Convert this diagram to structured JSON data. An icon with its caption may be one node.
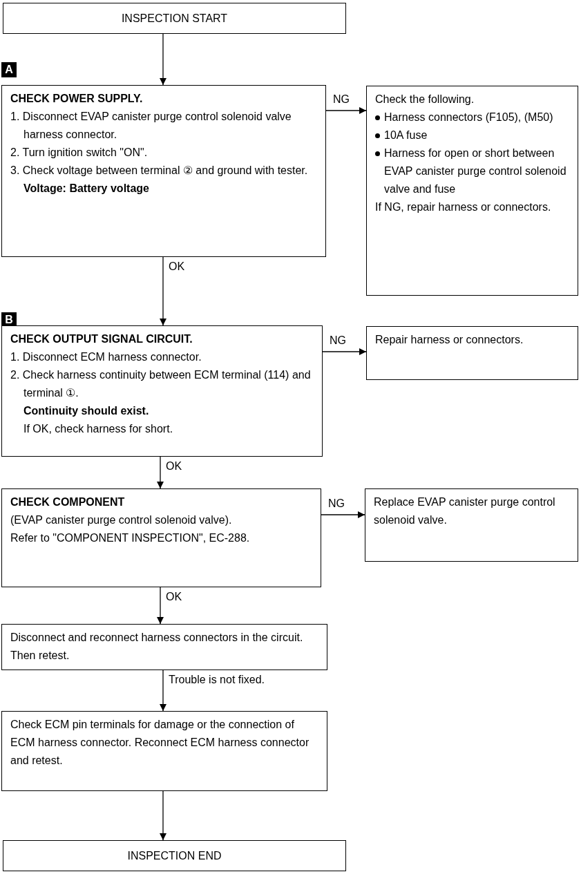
{
  "diagram": {
    "nodes": [
      {
        "text": [
          "INSPECTION START"
        ]
      },
      {
        "text": [
          "CHECK POWER SUPPLY.",
          "1. Disconnect EVAP canister purge control solenoid valve harness connector.",
          "2. Turn ignition switch \"ON\".",
          "3. Check voltage between terminal ② and ground with tester.",
          "Voltage: Battery voltage"
        ]
      },
      {
        "text": [
          "Check the following.",
          "Harness connectors (F105), (M50)",
          "10A fuse",
          "Harness for open or short between EVAP canister purge control solenoid valve and fuse",
          "If NG, repair harness or connectors."
        ]
      },
      {
        "text": [
          "CHECK OUTPUT SIGNAL CIRCUIT.",
          "1. Disconnect ECM harness connector.",
          "2. Check harness continuity between ECM terminal (114) and terminal ①.",
          "Continuity should exist.",
          "If OK, check harness for short."
        ]
      },
      {
        "text": [
          "Repair harness or connectors."
        ]
      },
      {
        "text": [
          "CHECK COMPONENT",
          "(EVAP canister purge control solenoid valve).",
          "Refer to \"COMPONENT INSPECTION\", EC-288."
        ]
      },
      {
        "text": [
          "Replace EVAP canister purge control solenoid valve."
        ]
      },
      {
        "text": [
          "Disconnect and reconnect harness connectors in the circuit. Then retest."
        ]
      },
      {
        "text": [
          "Check ECM pin terminals for damage or the connection of ECM harness connector. Reconnect ECM harness connector and retest."
        ]
      },
      {
        "text": [
          "INSPECTION END"
        ]
      }
    ],
    "edges": [
      {
        "from": 0,
        "to": 1,
        "arrow": "to"
      },
      {
        "from": 1,
        "to": 2,
        "arrow": "to",
        "label": "NG"
      },
      {
        "from": 1,
        "to": 3,
        "arrow": "to",
        "label": "OK"
      },
      {
        "from": 3,
        "to": 4,
        "arrow": "to",
        "label": "NG"
      },
      {
        "from": 3,
        "to": 5,
        "arrow": "to",
        "label": "OK"
      },
      {
        "from": 5,
        "to": 6,
        "arrow": "to",
        "label": "NG"
      },
      {
        "from": 5,
        "to": 7,
        "arrow": "to",
        "label": "OK"
      },
      {
        "from": 7,
        "to": 8,
        "arrow": "to",
        "label": "Trouble is not fixed."
      },
      {
        "from": 8,
        "to": 9,
        "arrow": "to"
      }
    ],
    "labels": [
      "A",
      "B"
    ]
  }
}
